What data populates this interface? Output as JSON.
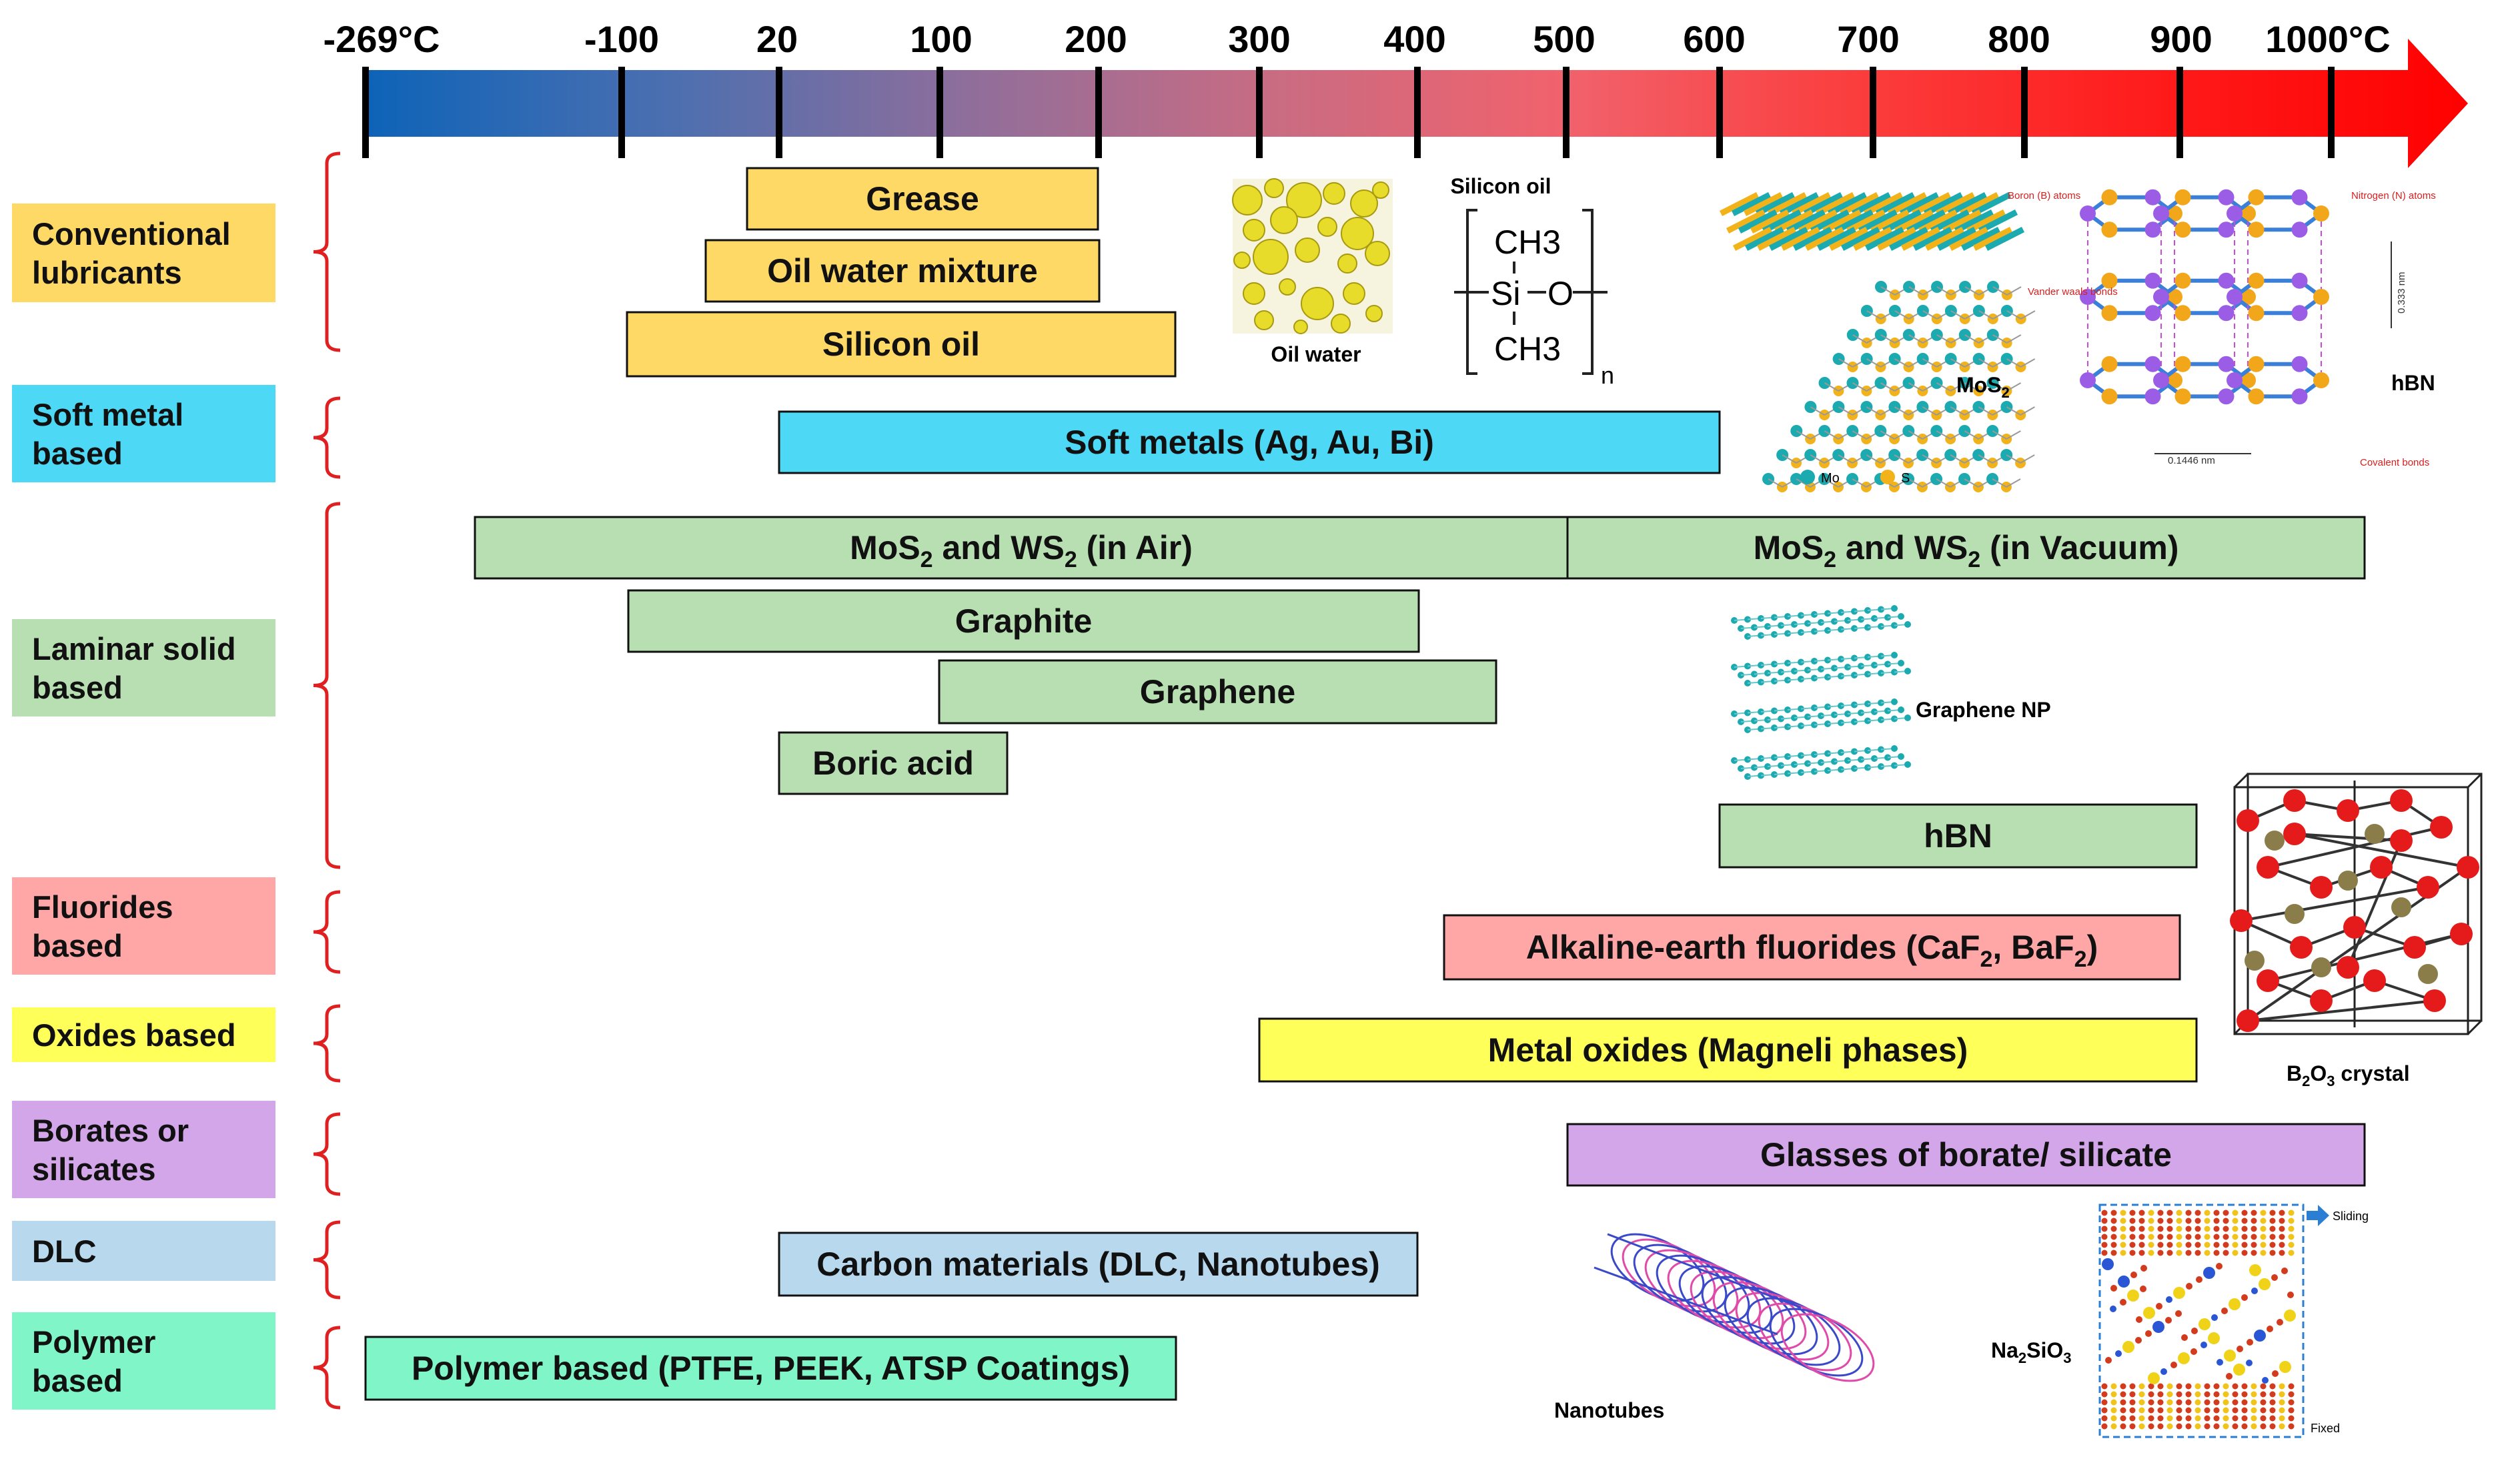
{
  "axis": {
    "ticks": [
      {
        "id": "m269",
        "label": "-269°C",
        "temp": -269
      },
      {
        "id": "m100",
        "label": "-100",
        "temp": -100
      },
      {
        "id": "p20",
        "label": "20",
        "temp": 20
      },
      {
        "id": "p100",
        "label": "100",
        "temp": 100
      },
      {
        "id": "p200",
        "label": "200",
        "temp": 200
      },
      {
        "id": "p300",
        "label": "300",
        "temp": 300
      },
      {
        "id": "p400",
        "label": "400",
        "temp": 400
      },
      {
        "id": "p500",
        "label": "500",
        "temp": 500
      },
      {
        "id": "p600",
        "label": "600",
        "temp": 600
      },
      {
        "id": "p700",
        "label": "700",
        "temp": 700
      },
      {
        "id": "p800",
        "label": "800",
        "temp": 800
      },
      {
        "id": "p900",
        "label": "900",
        "temp": 900
      },
      {
        "id": "p1000",
        "label": "1000°C",
        "temp": 1000
      }
    ],
    "gradient": [
      "#0d63b8",
      "#4b6fb0",
      "#8f6e9b",
      "#c86c83",
      "#f1626c",
      "#fb3c3c",
      "#ff1a1a",
      "#ff0000"
    ]
  },
  "categories": [
    {
      "id": "conventional",
      "label": [
        "Conventional",
        "lubricants"
      ],
      "color": "#ffd966"
    },
    {
      "id": "softmetal",
      "label": [
        "Soft metal",
        "based"
      ],
      "color": "#4dd9f5"
    },
    {
      "id": "laminar",
      "label": [
        "Laminar solid",
        "based"
      ],
      "color": "#b7dfb2"
    },
    {
      "id": "fluorides",
      "label": [
        "Fluorides",
        "based"
      ],
      "color": "#ffa6a6"
    },
    {
      "id": "oxides",
      "label": [
        "Oxides based"
      ],
      "color": "#ffff59"
    },
    {
      "id": "borates",
      "label": [
        "Borates or",
        "silicates"
      ],
      "color": "#d2a6e8"
    },
    {
      "id": "dlc",
      "label": [
        "DLC"
      ],
      "color": "#b8d8ee"
    },
    {
      "id": "polymer",
      "label": [
        "Polymer",
        "based"
      ],
      "color": "#7ff5c8"
    }
  ],
  "bars": [
    {
      "id": "grease",
      "label": "Grease",
      "color": "#ffd966"
    },
    {
      "id": "oilwater",
      "label": "Oil water mixture",
      "color": "#ffd966"
    },
    {
      "id": "siliconoil",
      "label": "Silicon oil",
      "color": "#ffd966"
    },
    {
      "id": "softmetals",
      "label": "Soft metals (Ag, Au, Bi)",
      "color": "#4dd9f5"
    },
    {
      "id": "mos2air",
      "label": [
        "MoS",
        "2",
        " and WS",
        "2",
        "  (in Air)"
      ],
      "color": "#b7dfb2"
    },
    {
      "id": "mos2vac",
      "label": [
        "MoS",
        "2",
        " and WS",
        "2",
        "  (in Vacuum)"
      ],
      "color": "#b7dfb2"
    },
    {
      "id": "graphite",
      "label": "Graphite",
      "color": "#b7dfb2"
    },
    {
      "id": "graphene",
      "label": "Graphene",
      "color": "#b7dfb2"
    },
    {
      "id": "boric",
      "label": "Boric acid",
      "color": "#b7dfb2"
    },
    {
      "id": "hbn",
      "label": "hBN",
      "color": "#b7dfb2"
    },
    {
      "id": "fluoride",
      "label": [
        "Alkaline-earth fluorides (CaF",
        "2",
        ", BaF",
        "2",
        ")"
      ],
      "color": "#ffa6a6"
    },
    {
      "id": "metaloxides",
      "label": "Metal oxides (Magneli phases)",
      "color": "#ffff59"
    },
    {
      "id": "glasses",
      "label": "Glasses of borate/ silicate",
      "color": "#d2a6e8"
    },
    {
      "id": "carbon",
      "label": "Carbon materials (DLC, Nanotubes)",
      "color": "#b8d8ee"
    },
    {
      "id": "polymerbar",
      "label": "Polymer based (PTFE, PEEK, ATSP Coatings)",
      "color": "#7ff5c8"
    }
  ],
  "images": {
    "oilwater": {
      "caption": "Oil water"
    },
    "siliconoil": {
      "title": "Silicon oil",
      "ch3_top": "CH3",
      "si": "Si",
      "o": "O",
      "ch3_bottom": "CH3",
      "n": "n"
    },
    "mos2": {
      "caption": [
        "MoS",
        "2"
      ],
      "legend_mo": "Mo",
      "legend_s": "S"
    },
    "hbn": {
      "caption": "hBN",
      "boron": "Boron (B) atoms",
      "nitrogen": "Nitrogen (N) atoms",
      "vdw": "Vander waals bonds",
      "covalent": "Covalent bonds",
      "a": "0.1446 nm",
      "c": "0.333 nm"
    },
    "graphene": {
      "caption": "Graphene NP"
    },
    "b2o3": {
      "caption": [
        "B",
        "2",
        "O",
        "3",
        " crystal"
      ]
    },
    "nanotubes": {
      "caption": "Nanotubes"
    },
    "na2sio3": {
      "caption": [
        "Na",
        "2",
        "SiO",
        "3"
      ],
      "sliding": "Sliding",
      "fixed": "Fixed"
    }
  }
}
